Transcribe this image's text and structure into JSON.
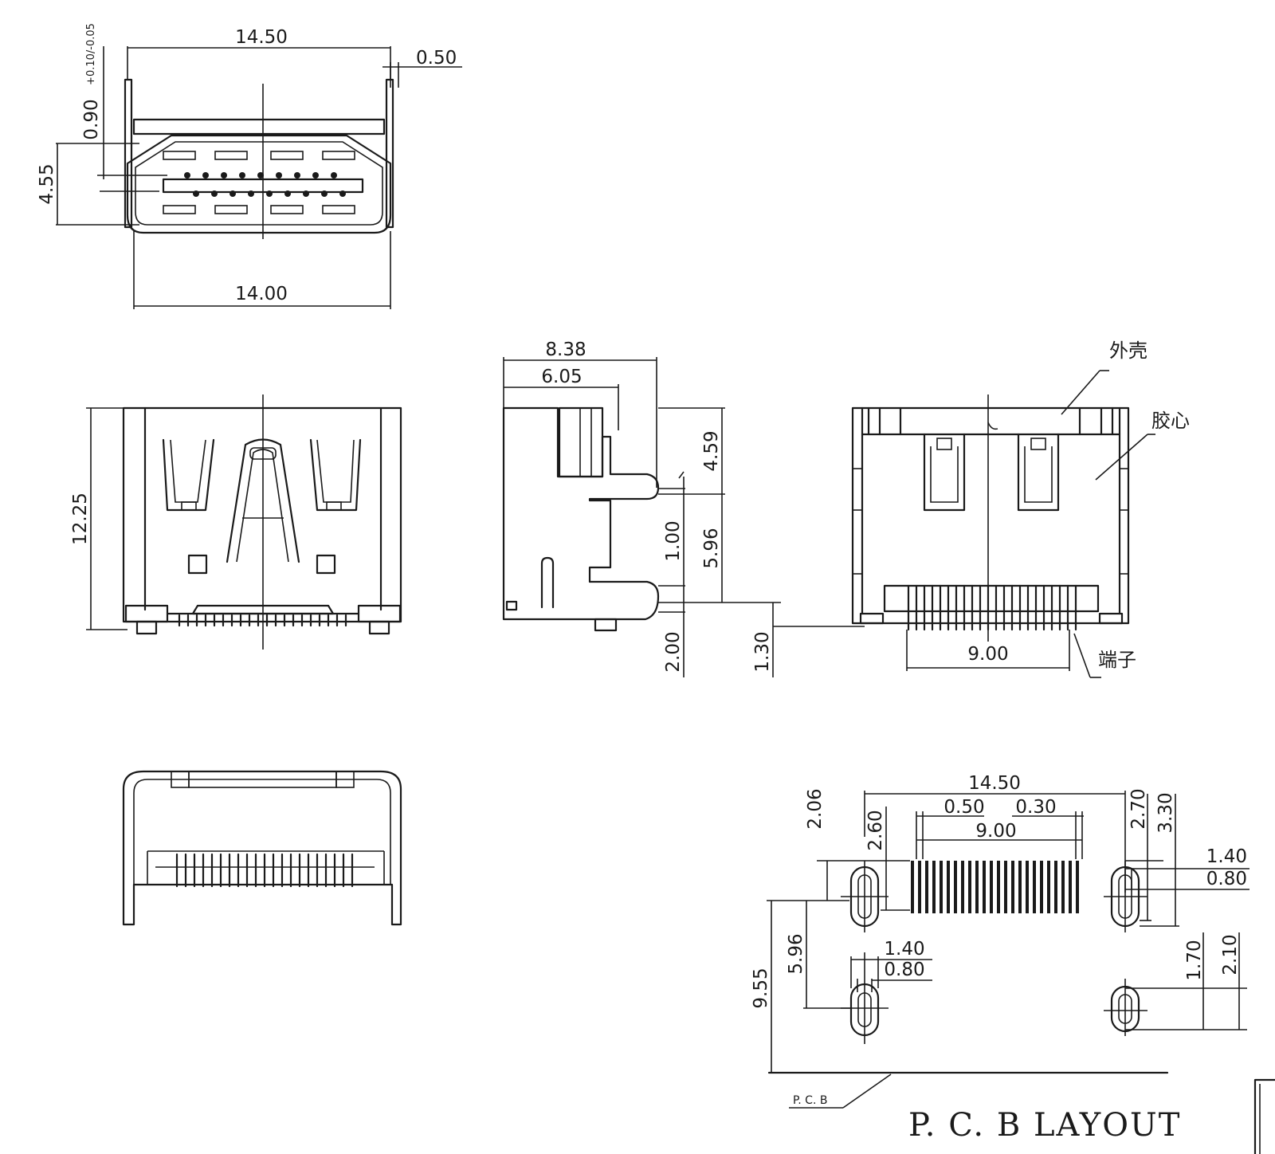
{
  "front_view": {
    "width_top": "14.50",
    "flange": "0.50",
    "opening_height": "4.55",
    "tongue_offset": "0.90",
    "tolerance": "+0.10/-0.05",
    "width_bottom": "14.00"
  },
  "top_view": {
    "length": "12.25"
  },
  "side_view": {
    "depth_total": "8.38",
    "depth_front": "6.05",
    "height_upper": "4.59",
    "standoff": "1.00",
    "height_lower": "5.96",
    "tail": "2.00",
    "pcb_offset": "1.30"
  },
  "back_view": {
    "label_shell": "外壳",
    "label_insulator": "胶心",
    "label_terminal": "端子",
    "pin_span": "9.00"
  },
  "pcb_layout": {
    "title": "P. C. B  LAYOUT",
    "pcb_label": "P. C. B",
    "overall_width": "14.50",
    "pitch": "0.50",
    "pad_width": "0.30",
    "pin_span": "9.00",
    "top_offset_left": "2.06",
    "pad_length": "2.60",
    "top_offset_right_a": "2.70",
    "top_offset_right_b": "3.30",
    "slot_w_right_top": "1.40",
    "slot_d_right_top": "0.80",
    "hole_spacing": "5.96",
    "board_depth": "9.55",
    "slot_w_left_bottom": "1.40",
    "slot_d_left_bottom": "0.80",
    "slot_h_right_bottom_a": "1.70",
    "slot_h_right_bottom_b": "2.10"
  }
}
